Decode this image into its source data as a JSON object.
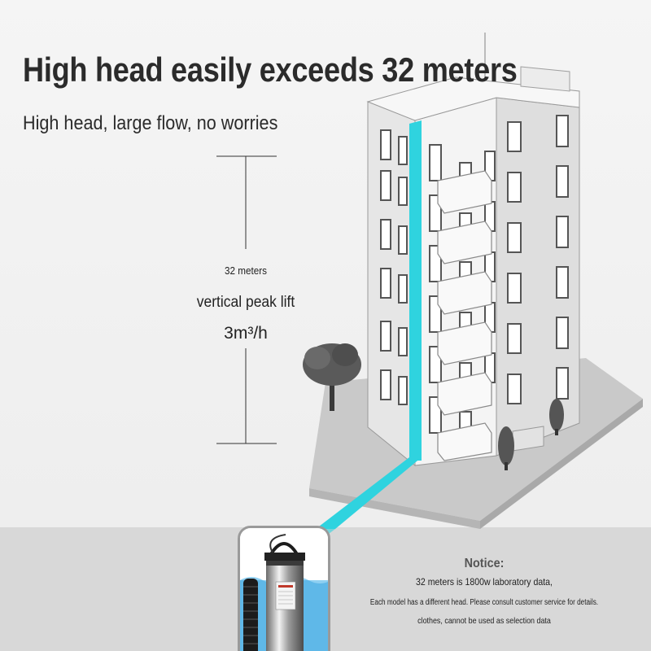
{
  "headline": "High head easily exceeds 32 meters",
  "subheadline": "High head, large flow, no worries",
  "measurement": {
    "height_value": "32 meters",
    "lift_label": "vertical peak lift",
    "flow_value": "3m³/h"
  },
  "notice": {
    "title": "Notice:",
    "line1": "32 meters is 1800w laboratory data,",
    "line2": "Each model has a different head. Please consult customer service for details.",
    "line3": "clothes, cannot be used as selection data"
  },
  "colors": {
    "water_pipe": "#2fd3df",
    "water": "#5fb8e8",
    "text": "#2b2b2b"
  },
  "icons": [
    "building-illustration",
    "water-pipe",
    "tree",
    "cypress-shrub",
    "submersible-pump"
  ]
}
